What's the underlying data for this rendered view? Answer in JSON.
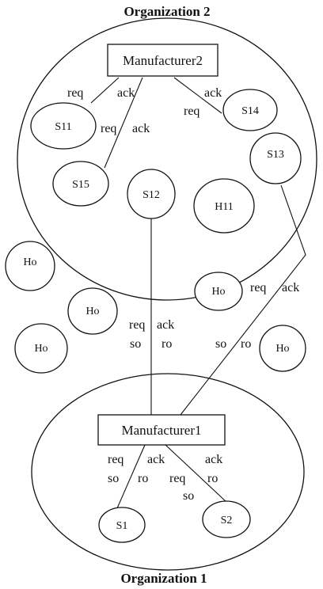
{
  "titles": {
    "org2": "Organization 2",
    "org1": "Organization 1"
  },
  "manufacturers": {
    "m2": "Manufacturer2",
    "m1": "Manufacturer1"
  },
  "nodes": {
    "s11": "S11",
    "s15": "S15",
    "s12": "S12",
    "h11": "H11",
    "s14": "S14",
    "s13": "S13",
    "ho_left_top": "Ho",
    "ho_left_mid": "Ho",
    "ho_left_bot": "Ho",
    "ho_in_org2": "Ho",
    "ho_right": "Ho",
    "s1": "S1",
    "s2": "S2"
  },
  "edge_labels": {
    "m2_s11_req": "req",
    "m2_s11_ack": "ack",
    "m2_s15_req": "req",
    "m2_s15_ack": "ack",
    "m2_s14_ack": "ack",
    "m2_s14_req": "req",
    "s12_m1_req": "req",
    "s12_m1_ack": "ack",
    "s12_m1_so": "so",
    "s12_m1_ro": "ro",
    "s13_m1_req": "req",
    "s13_m1_ack": "ack",
    "s13_m1_so": "so",
    "s13_m1_ro": "ro",
    "m1_s1_req": "req",
    "m1_s1_ack": "ack",
    "m1_s1_so": "so",
    "m1_s1_ro": "ro",
    "m1_s2_ack": "ack",
    "m1_s2_req": "req",
    "m1_s2_ro": "ro",
    "m1_s2_so": "so"
  }
}
